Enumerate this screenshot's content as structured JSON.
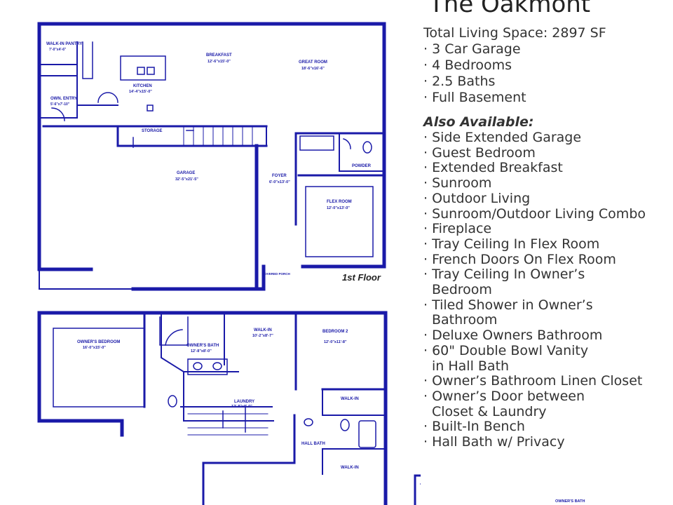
{
  "title": "The Oakmont",
  "specs": [
    "Total Living Space: 2897 SF",
    "· 3 Car Garage",
    "· 4 Bedrooms",
    "· 2.5 Baths",
    "· Full Basement"
  ],
  "also_heading": "Also Available:",
  "options": [
    {
      "text": "· Side Extended Garage"
    },
    {
      "text": "· Guest Bedroom"
    },
    {
      "text": "· Extended Breakfast"
    },
    {
      "text": "· Sunroom"
    },
    {
      "text": "· Outdoor Living"
    },
    {
      "text": "· Sunroom/Outdoor Living Combo"
    },
    {
      "text": "· Fireplace"
    },
    {
      "text": "· Tray Ceiling In Flex Room"
    },
    {
      "text": "· French Doors On Flex Room"
    },
    {
      "text": "· Tray Ceiling In Owner’s",
      "cont": "Bedroom"
    },
    {
      "text": "· Tiled Shower in Owner’s",
      "cont": "Bathroom"
    },
    {
      "text": "· Deluxe Owners Bathroom"
    },
    {
      "text": "· 60\" Double Bowl Vanity",
      "cont": "in Hall Bath"
    },
    {
      "text": "· Owner’s Bathroom Linen Closet"
    },
    {
      "text": "· Owner’s Door between",
      "cont": "Closet & Laundry"
    },
    {
      "text": "· Built-In Bench"
    },
    {
      "text": "· Hall Bath w/ Privacy"
    }
  ],
  "floor1_label": "1st Floor",
  "rooms1": {
    "breakfast": "BREAKFAST",
    "breakfast_dim": "12'-6\"x15'-0\"",
    "great_room": "GREAT ROOM",
    "great_room_dim": "18'-6\"x16'-6\"",
    "kitchen": "KITCHEN",
    "kitchen_dim": "14'-4\"x15'-0\"",
    "walkin_pantry": "WALK-IN PANTRY",
    "walkin_pantry_dim": "7'-0\"x4'-6\"",
    "own_entry": "OWN. ENTRY",
    "own_entry_dim": "5'-6\"x7'-10\"",
    "storage": "STORAGE",
    "garage": "GARAGE",
    "garage_dim": "32'-5\"x21'-5\"",
    "foyer": "FOYER",
    "foyer_dim": "6'-0\"x13'-0\"",
    "powder": "POWDER",
    "flex_room": "FLEX ROOM",
    "flex_room_dim": "12'-0\"x13'-0\"",
    "covered_porch": "COVERED PORCH"
  },
  "rooms2": {
    "owners_bedroom": "OWNER'S BEDROOM",
    "owners_bedroom_dim": "16'-0\"x15'-0\"",
    "owners_bath": "OWNER'S BATH",
    "owners_bath_dim": "12'-8\"x8'-0\"",
    "walkin": "WALK-IN",
    "walkin_dim": "10'-2\"x8'-7\"",
    "bedroom2": "BEDROOM 2",
    "bedroom2_dim": "12'-0\"x11'-8\"",
    "laundry": "LAUNDRY",
    "laundry_dim": "12'-8\"x8'-0\"",
    "walkin_b": "WALK-IN",
    "walkin_c": "WALK-IN",
    "hall_bath": "HALL BATH"
  },
  "owners_bath_inset": "OWNER'S BATH"
}
